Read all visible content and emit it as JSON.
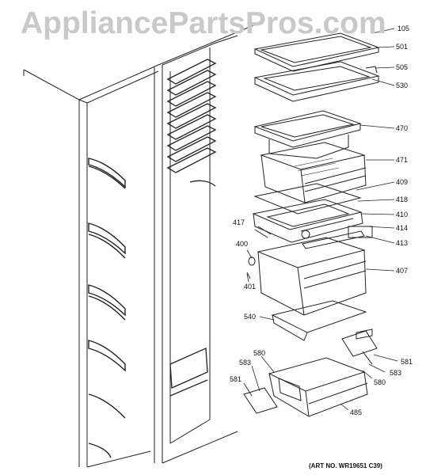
{
  "watermark": "AppliancePartsPros.com",
  "art_number": "(ART NO. WR19651 C39)",
  "callouts": {
    "c105": "105",
    "c501": "501",
    "c505": "505",
    "c530": "530",
    "c470": "470",
    "c471": "471",
    "c409": "409",
    "c418": "418",
    "c410": "410",
    "c414": "414",
    "c413": "413",
    "c417": "417",
    "c400": "400",
    "c401": "401",
    "c407": "407",
    "c540": "540",
    "c580a": "580",
    "c583a": "583",
    "c581a": "581",
    "c581b": "581",
    "c583b": "583",
    "c580b": "580",
    "c485": "485"
  }
}
